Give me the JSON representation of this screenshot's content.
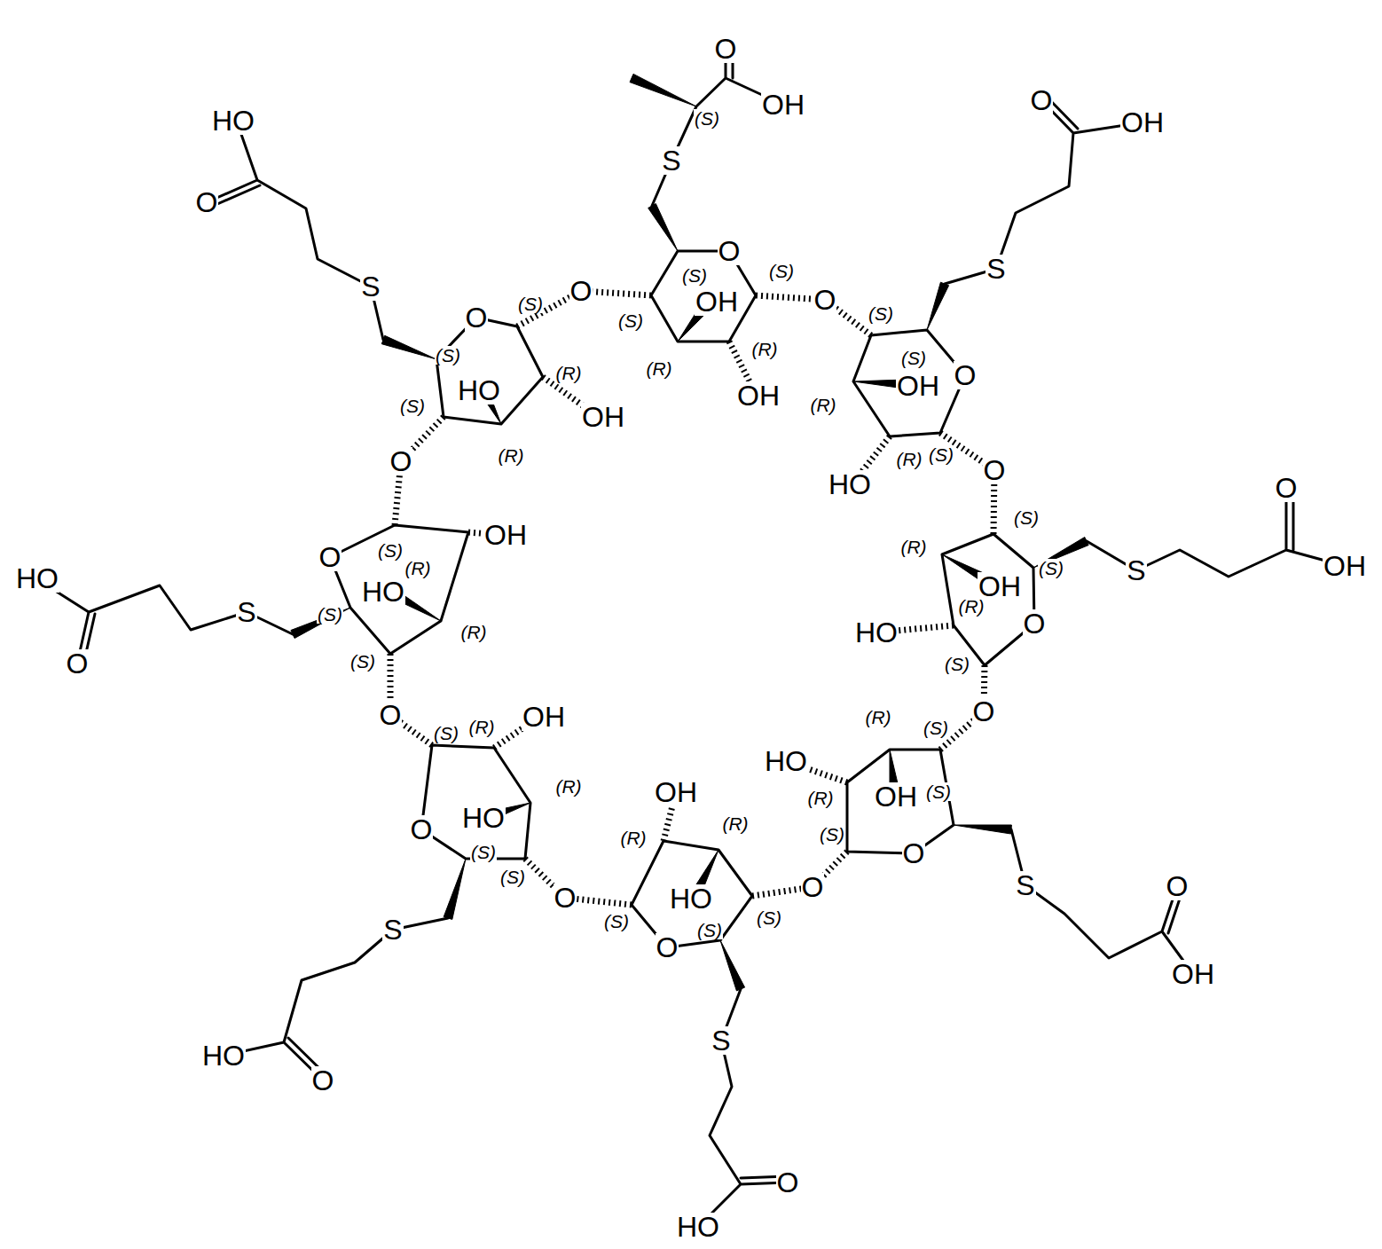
{
  "diagram": {
    "labels": [
      "O",
      "OH",
      "(S)",
      "S",
      "O",
      "(S)",
      "(S)",
      "O",
      "O",
      "OH",
      "(S)",
      "(R)",
      "(R)",
      "OH",
      "HO",
      "O",
      "S",
      "(S)",
      "O",
      "(S)",
      "HO",
      "(R)",
      "(S)",
      "OH",
      "(R)",
      "O",
      "OH",
      "(S)",
      "O",
      "(R)",
      "HO",
      "(S)",
      "(R)",
      "S",
      "HO",
      "O",
      "(S)",
      "O",
      "(S)",
      "(R)",
      "OH",
      "(R)",
      "HO",
      "O",
      "(S)",
      "(S)",
      "O",
      "S",
      "HO",
      "O",
      "OH",
      "(R)",
      "(R)",
      "HO",
      "(S)",
      "(S)",
      "(S)",
      "O",
      "O",
      "S",
      "O",
      "HO",
      "(R)",
      "(S)",
      "O",
      "HO",
      "(R)",
      "OH",
      "(S)",
      "(S)",
      "O",
      "S",
      "O",
      "OH",
      "O",
      "(S)",
      "(R)",
      "(S)",
      "OH",
      "(R)",
      "HO",
      "O",
      "(S)",
      "S",
      "O",
      "OH",
      "O",
      "OH",
      "S",
      "(S)",
      "(S)",
      "OH",
      "O",
      "(R)",
      "(R)",
      "(S)",
      "HO"
    ]
  }
}
